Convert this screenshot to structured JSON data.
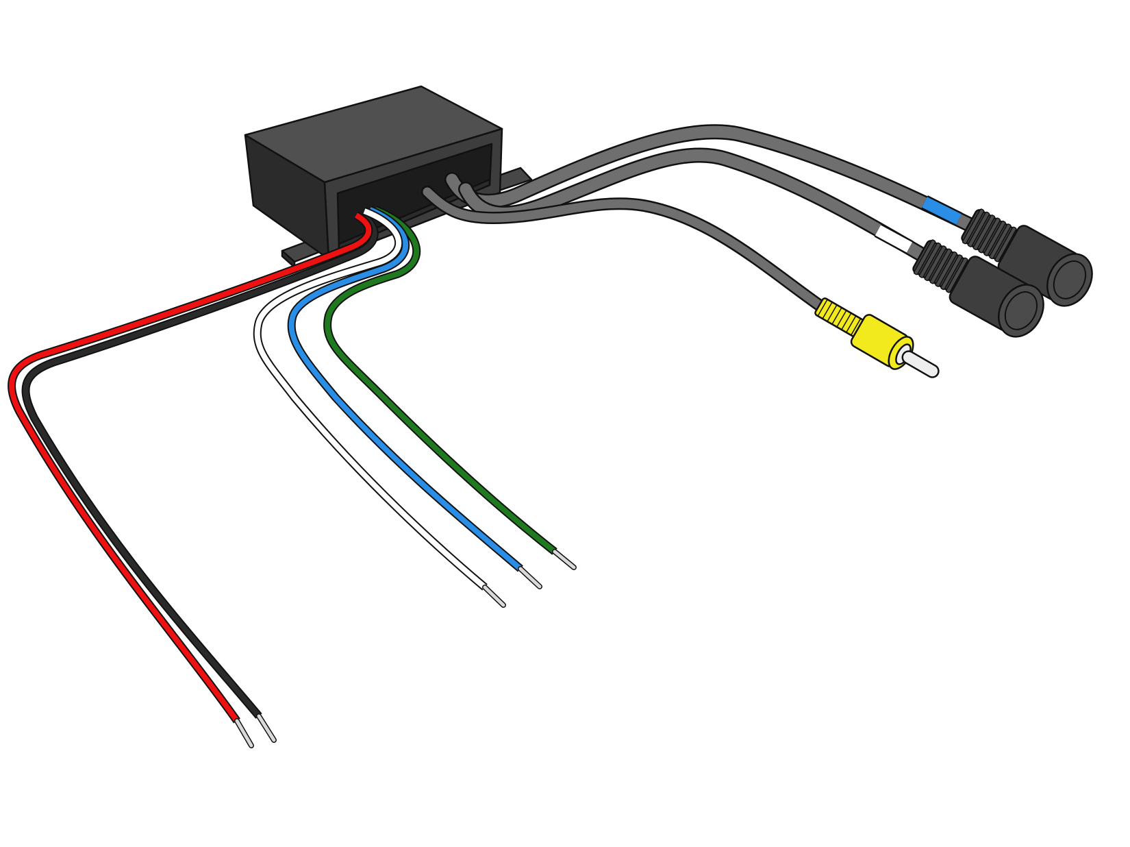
{
  "colors": {
    "background": "#ffffff",
    "outline": "#111111",
    "housing_top": "#505050",
    "housing_front": "#3d3d3d",
    "housing_side": "#2b2b2b",
    "housing_inner": "#1c1c1c",
    "mount_tab": "#474747",
    "gray_cable": "#6f6f6f",
    "connector_body": "#3e3e3e",
    "connector_face": "#4b4b4b",
    "rca_yellow": "#f2ea1c",
    "rca_pin": "#eeeeee",
    "stripped_conductor": "#d9d9d9"
  },
  "wires": [
    {
      "name": "red-wire",
      "color": "#ee1111"
    },
    {
      "name": "black-wire",
      "color": "#2a2a2a"
    },
    {
      "name": "white-wire",
      "color": "#ffffff"
    },
    {
      "name": "blue-wire",
      "color": "#2a8ee6"
    },
    {
      "name": "green-wire",
      "color": "#1f7a1f"
    }
  ],
  "cables": [
    {
      "name": "blue-marked-cable",
      "sleeve_color": "#2a8ee6",
      "terminal": "round-connector"
    },
    {
      "name": "white-marked-cable",
      "sleeve_color": "#ffffff",
      "terminal": "round-connector"
    },
    {
      "name": "video-cable",
      "sleeve_color": "#f2ea1c",
      "terminal": "rca-plug"
    }
  ]
}
